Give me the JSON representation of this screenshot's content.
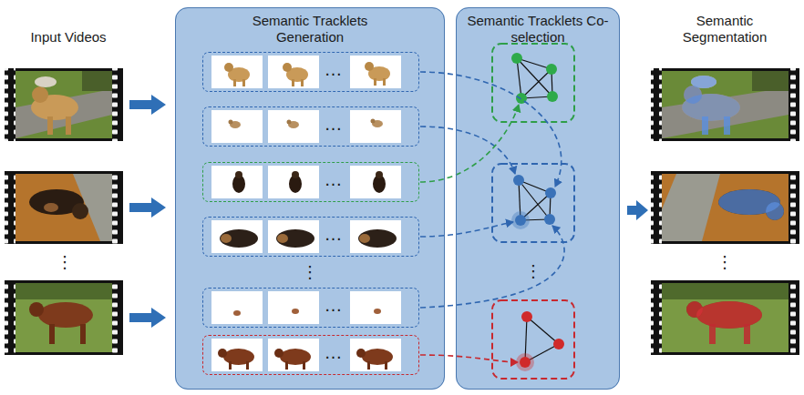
{
  "diagram": {
    "nodes": [
      {
        "text": [
          "Semantic Tracklets Generation"
        ]
      },
      {
        "text": [
          "…"
        ],
        "in": 0
      },
      {
        "text": [
          "…"
        ],
        "in": 0
      },
      {
        "text": [
          "…"
        ],
        "in": 0
      },
      {
        "text": [
          "…"
        ],
        "in": 0
      },
      {
        "text": [
          "…"
        ],
        "in": 0
      },
      {
        "text": [
          "…"
        ],
        "in": 0
      },
      {
        "text": [
          "Semantic Tracklets Co-selection"
        ]
      }
    ],
    "labels": [
      "Input Videos",
      "Semantic Segmentation",
      "⋮",
      "⋮",
      "⋮",
      "⋮"
    ]
  }
}
